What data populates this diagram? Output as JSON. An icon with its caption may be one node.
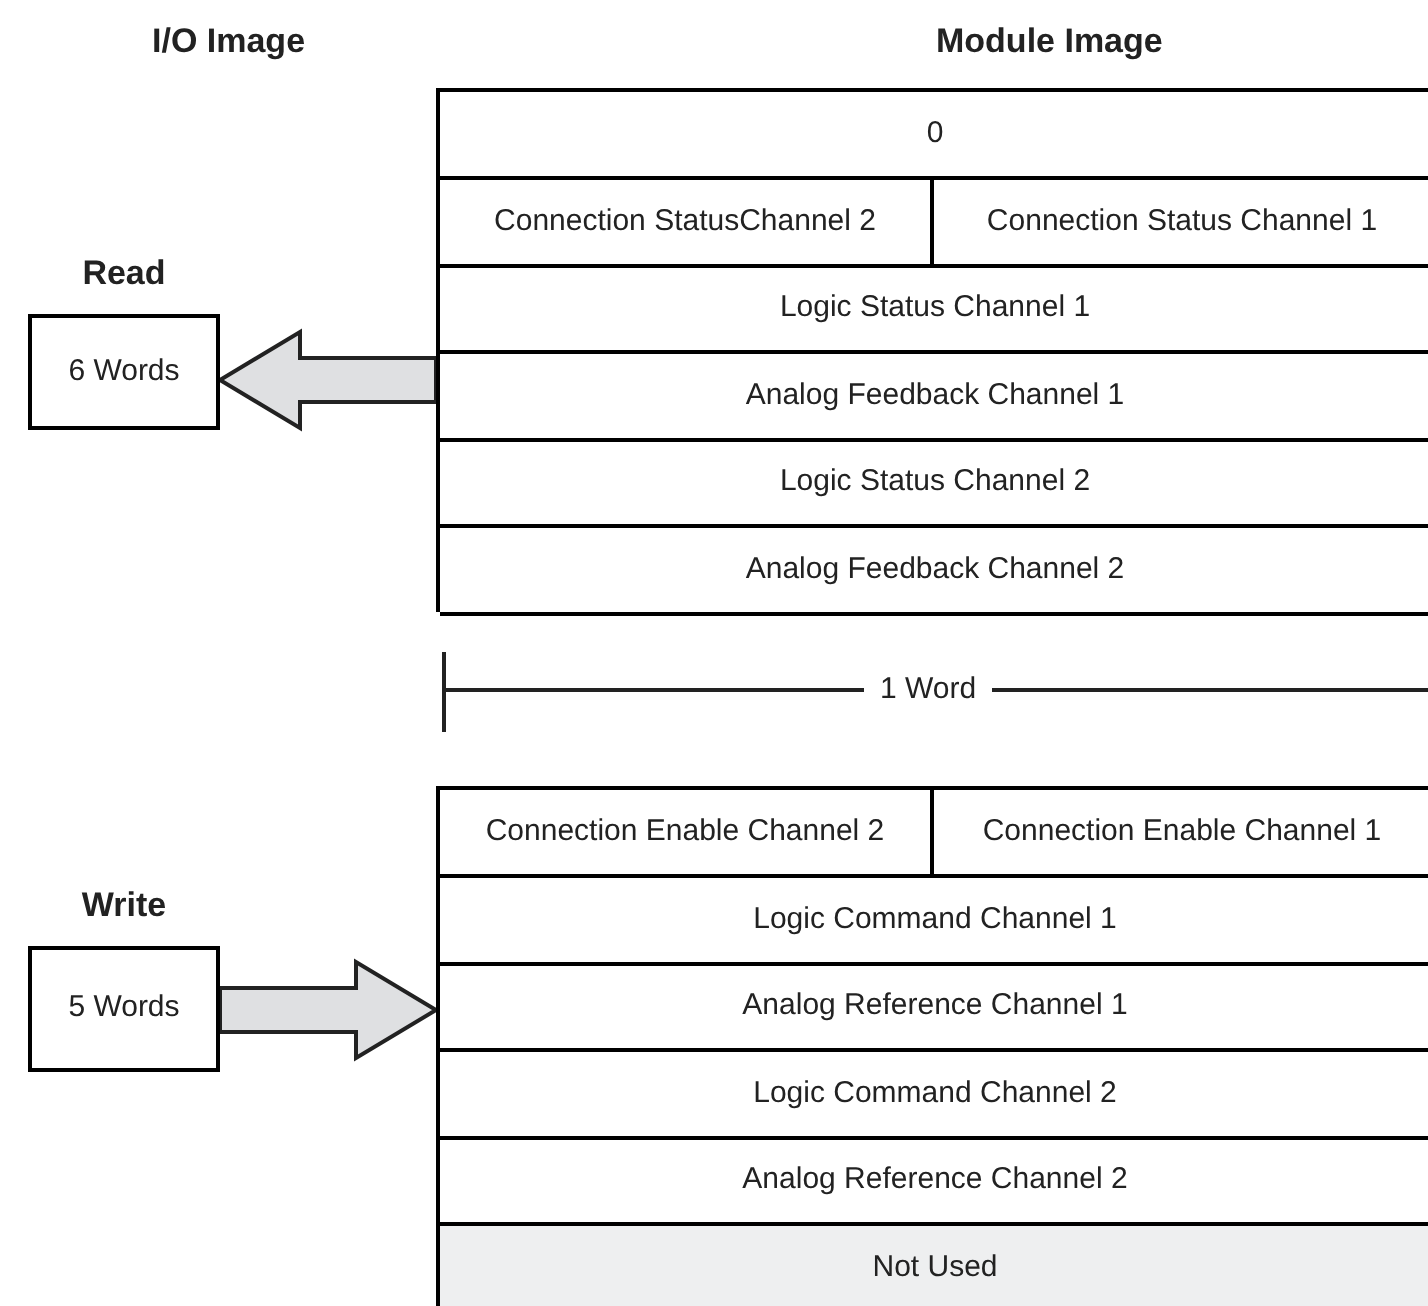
{
  "diagram": {
    "nodes": [
      {
        "text": [],
        "shape": "box"
      },
      {
        "text": [
          "0"
        ],
        "in": 0
      },
      {
        "text": [
          "Connection StatusChannel 2"
        ],
        "in": 0
      },
      {
        "text": [
          "Connection Status Channel 1"
        ],
        "in": 0
      },
      {
        "text": [
          "Logic Status Channel 1"
        ],
        "in": 0
      },
      {
        "text": [
          "Analog Feedback Channel 1"
        ],
        "in": 0
      },
      {
        "text": [
          "Logic Status Channel 2"
        ],
        "in": 0
      },
      {
        "text": [
          "Analog Feedback Channel 2"
        ],
        "in": 0
      },
      {
        "text": [
          "Read",
          "6 Words"
        ]
      },
      {
        "text": [],
        "shape": "box"
      },
      {
        "text": [
          "Connection Enable Channel 2"
        ],
        "in": 9
      },
      {
        "text": [
          "Connection Enable Channel 1"
        ],
        "in": 9
      },
      {
        "text": [
          "Logic Command Channel 1"
        ],
        "in": 9
      },
      {
        "text": [
          "Analog Reference Channel 1"
        ],
        "in": 9
      },
      {
        "text": [
          "Logic Command Channel 2"
        ],
        "in": 9
      },
      {
        "text": [
          "Analog Reference Channel 2"
        ],
        "in": 9
      },
      {
        "text": [
          "Not Used"
        ],
        "in": 9
      },
      {
        "text": [
          "Write",
          "5 Words"
        ]
      }
    ],
    "edges": [
      {
        "from": 0,
        "to": 8,
        "arrow": "to",
        "style": "thick"
      },
      {
        "from": 17,
        "to": 9,
        "arrow": "to",
        "style": "thick"
      }
    ],
    "labels": [
      "I/O Image",
      "Module Image",
      "1 Word"
    ]
  }
}
